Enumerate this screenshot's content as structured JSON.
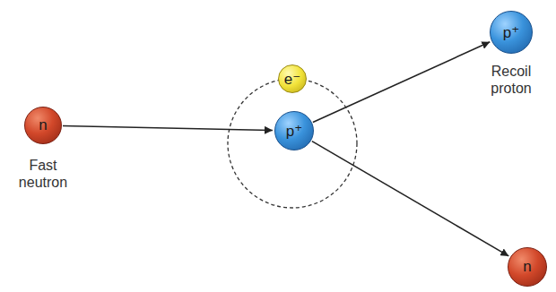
{
  "diagram": {
    "nodes": [
      {
        "text": [
          "n",
          "Fast neutron"
        ]
      },
      {
        "text": [
          "e⁻"
        ]
      },
      {
        "text": [
          "p⁺"
        ]
      },
      {
        "text": [
          "p⁺",
          "Recoil proton"
        ]
      },
      {
        "text": [
          "n"
        ]
      }
    ],
    "edges": [
      {
        "from": 0,
        "to": 2,
        "arrow": "to"
      },
      {
        "from": 2,
        "to": 3,
        "arrow": "to"
      },
      {
        "from": 2,
        "to": 4,
        "arrow": "to"
      }
    ]
  }
}
